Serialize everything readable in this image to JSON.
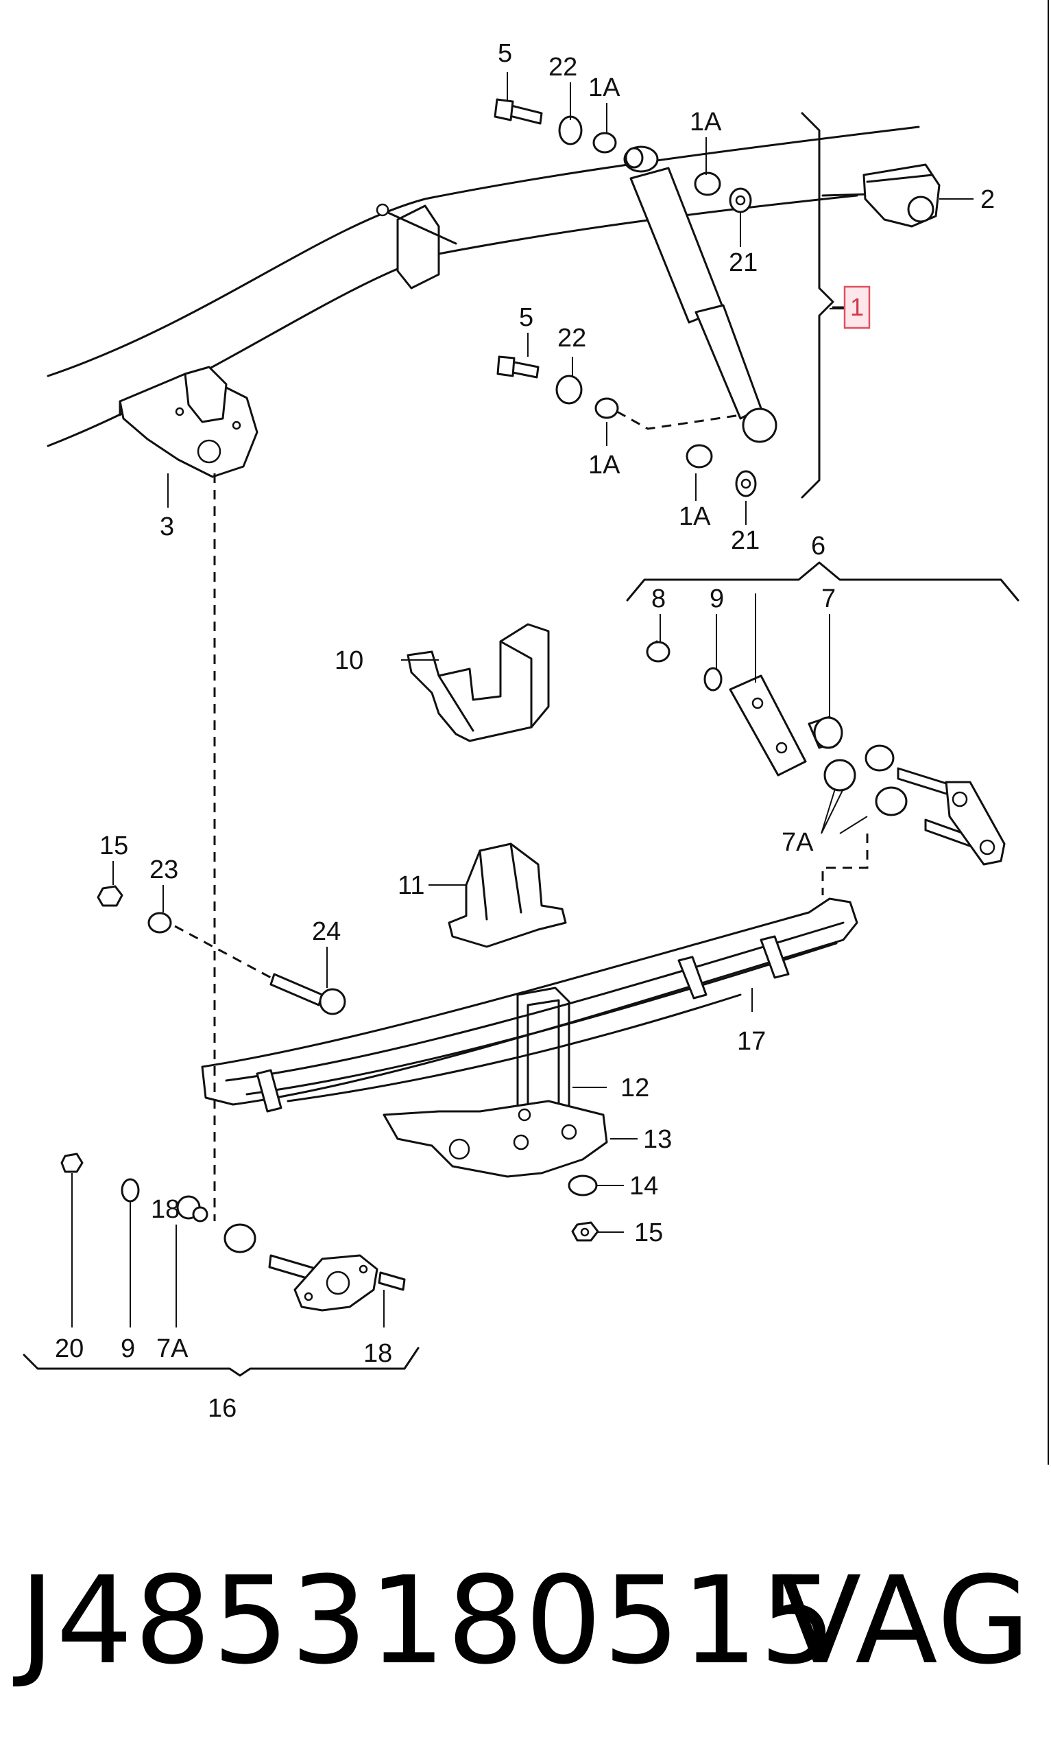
{
  "callouts": {
    "c1": "1",
    "c2": "2",
    "c3": "3",
    "c5a": "5",
    "c22a": "22",
    "c1Aa": "1A",
    "c1Ab": "1A",
    "c21a": "21",
    "c5b": "5",
    "c22b": "22",
    "c1Ac": "1A",
    "c1Ad": "1A",
    "c21b": "21",
    "c6": "6",
    "c7": "7",
    "c8": "8",
    "c9a": "9",
    "c7Aa": "7A",
    "c10": "10",
    "c11": "11",
    "c15a": "15",
    "c23": "23",
    "c24": "24",
    "c17": "17",
    "c12": "12",
    "c13": "13",
    "c14": "14",
    "c15b": "15",
    "c20": "20",
    "c9b": "9",
    "c7Ab": "7A",
    "c18a": "18",
    "c18b": "18",
    "c16": "16"
  },
  "footer": {
    "part_number": "J4853180515",
    "brand": "VAG"
  },
  "colors": {
    "highlight_fill": "#fde7ea",
    "highlight_stroke": "#e0505e",
    "ink": "#111111"
  }
}
